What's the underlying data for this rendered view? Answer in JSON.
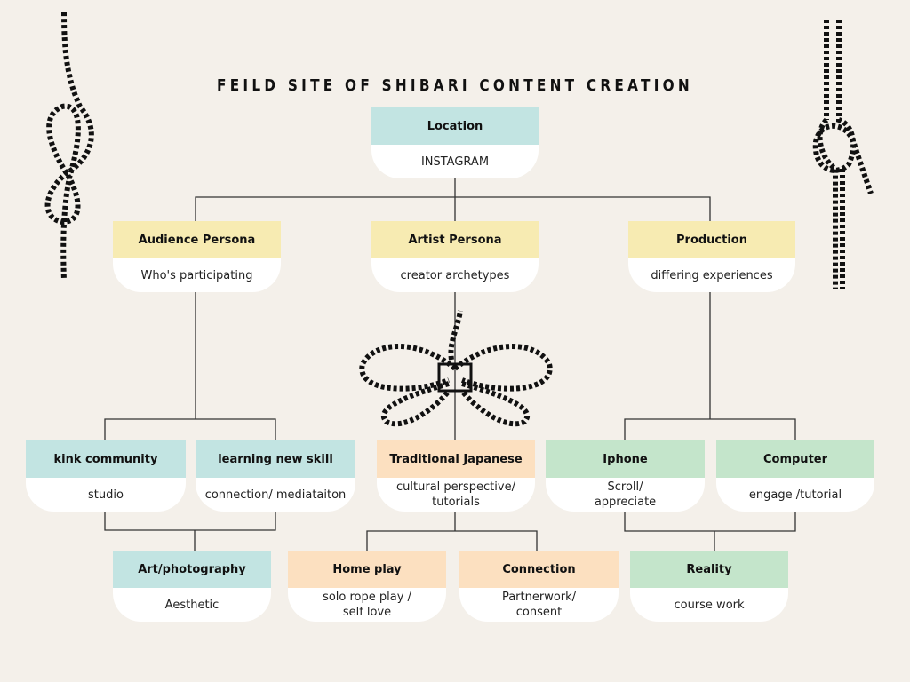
{
  "title": "FEILD SITE OF SHIBARI CONTENT CREATION",
  "nodes": {
    "location": {
      "title": "Location",
      "body": "INSTAGRAM"
    },
    "audience": {
      "title": "Audience Persona",
      "body": "Who's participating"
    },
    "artist": {
      "title": "Artist Persona",
      "body": "creator archetypes"
    },
    "production": {
      "title": "Production",
      "body": "differing experiences"
    },
    "kink": {
      "title": "kink community",
      "body": "studio"
    },
    "learning": {
      "title": "learning new skill",
      "body": "connection/ mediataiton"
    },
    "traditional": {
      "title": "Traditional Japanese",
      "body": "cultural perspective/ tutorials"
    },
    "iphone": {
      "title": "Iphone",
      "body": "Scroll/ appreciate"
    },
    "computer": {
      "title": "Computer",
      "body": "engage /tutorial"
    },
    "art": {
      "title": "Art/photography",
      "body": "Aesthetic"
    },
    "home": {
      "title": "Home play",
      "body": "solo rope play / self love"
    },
    "connection": {
      "title": "Connection",
      "body": "Partnerwork/ consent"
    },
    "reality": {
      "title": "Reality",
      "body": "course work"
    }
  },
  "colors": {
    "teal": "#c2e4e2",
    "yellow": "#f7ebb2",
    "peach": "#fce0c0",
    "green": "#c4e5cb",
    "background": "#f4f0ea"
  }
}
